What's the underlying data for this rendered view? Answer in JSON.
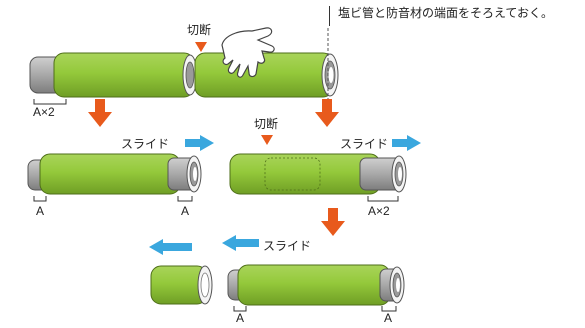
{
  "note": "塩ビ管と防音材の端面をそろえておく。",
  "labels": {
    "cut_top": "切断",
    "cut_mid": "切断",
    "slide_1": "スライド",
    "slide_2": "スライド",
    "slide_3": "スライド",
    "dim_ax2_top": "A×2",
    "dim_a_left": "A",
    "dim_a_right": "A",
    "dim_ax2_mid": "A×2",
    "dim_a_bottom_left": "A",
    "dim_a_bottom_right": "A"
  },
  "colors": {
    "insulation_green": "#94c93b",
    "pipe_gray": "#a8a8a8",
    "cut_arrow_orange": "#e85a1c",
    "slide_arrow_blue": "#3aa7de"
  },
  "icons": {
    "hand": "hand-icon"
  }
}
